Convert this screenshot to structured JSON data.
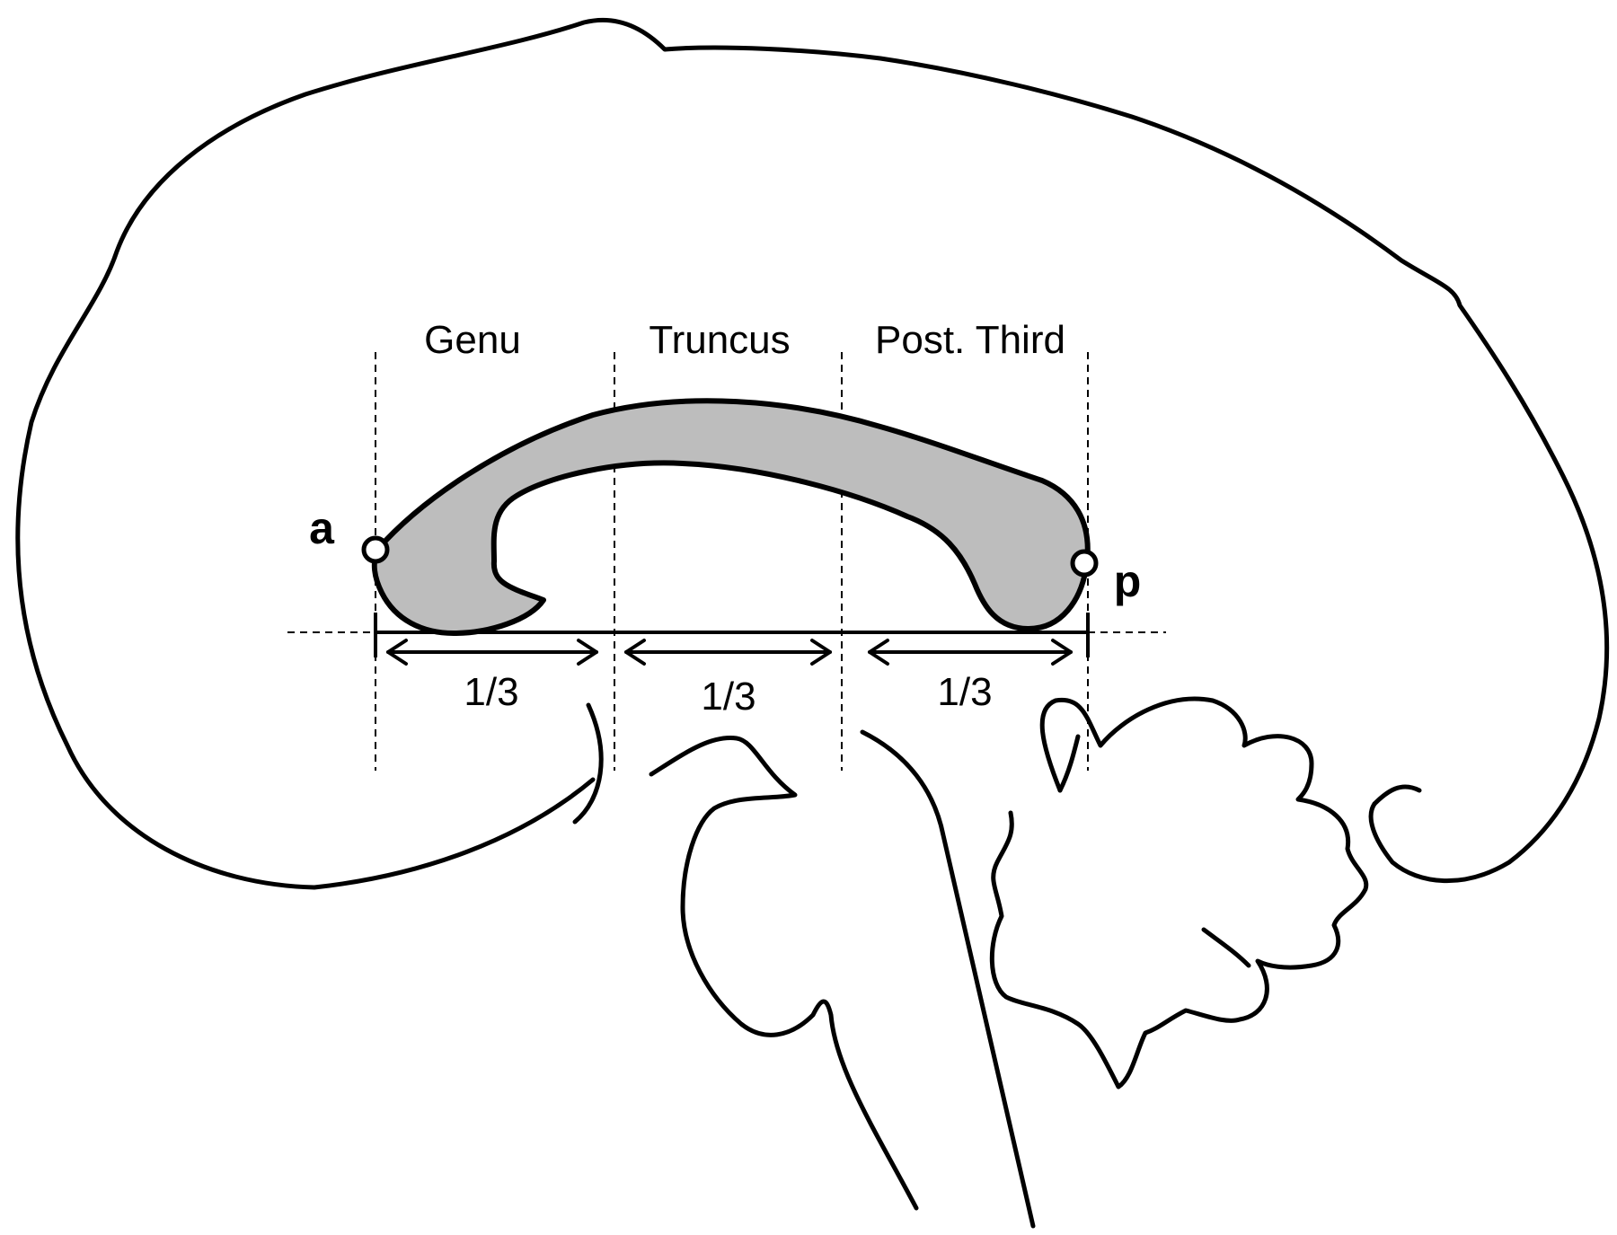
{
  "regions": {
    "genu": "Genu",
    "truncus": "Truncus",
    "posterior": "Post. Third"
  },
  "points": {
    "anterior": "a",
    "posterior": "p"
  },
  "divisions": [
    "1/3",
    "1/3",
    "1/3"
  ],
  "colors": {
    "corpus_callosum_fill": "#bdbdbd",
    "stroke": "#000000",
    "background": "#ffffff"
  }
}
